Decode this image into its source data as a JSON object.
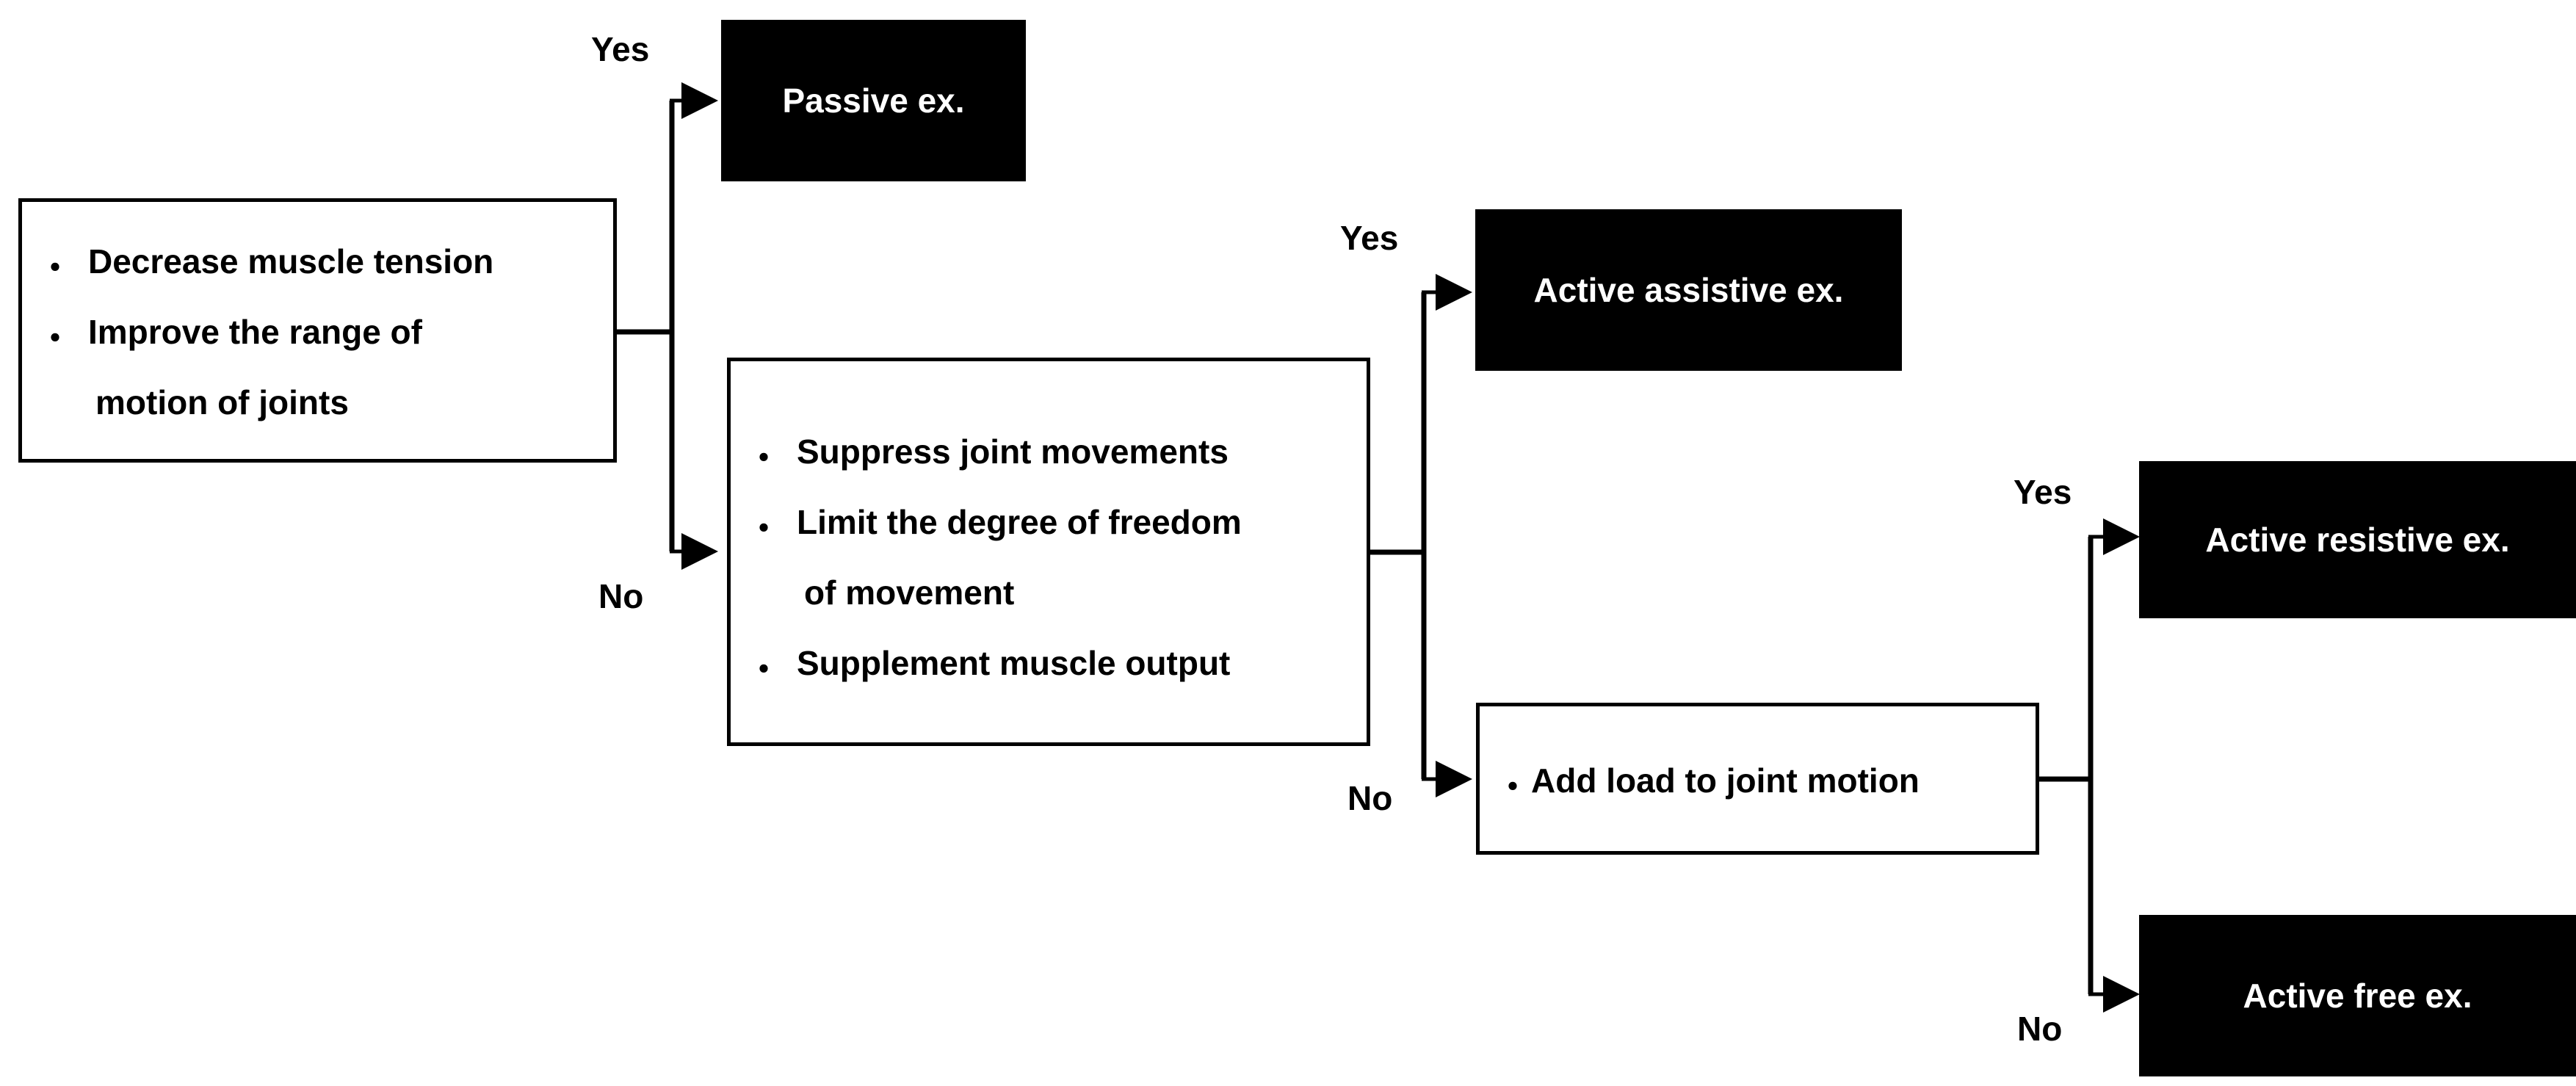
{
  "nodes": {
    "condition_1": {
      "items": [
        "Decrease muscle tension",
        "Improve the range of",
        "motion of joints"
      ]
    },
    "condition_2": {
      "items": [
        "Suppress joint movements",
        "Limit the degree of freedom",
        "of movement",
        "Supplement muscle output"
      ]
    },
    "condition_3": {
      "items": [
        "Add load to joint motion"
      ]
    },
    "outcomes": {
      "passive": "Passive ex.",
      "active_assistive": "Active assistive ex.",
      "active_resistive": "Active resistive ex.",
      "active_free": "Active free ex."
    }
  },
  "branch_labels": {
    "yes": "Yes",
    "no": "No"
  },
  "bullet_char": "・",
  "colors": {
    "line": "#000000",
    "outcome_fill": "#000000",
    "outcome_text": "#ffffff",
    "condition_border": "#000000"
  }
}
